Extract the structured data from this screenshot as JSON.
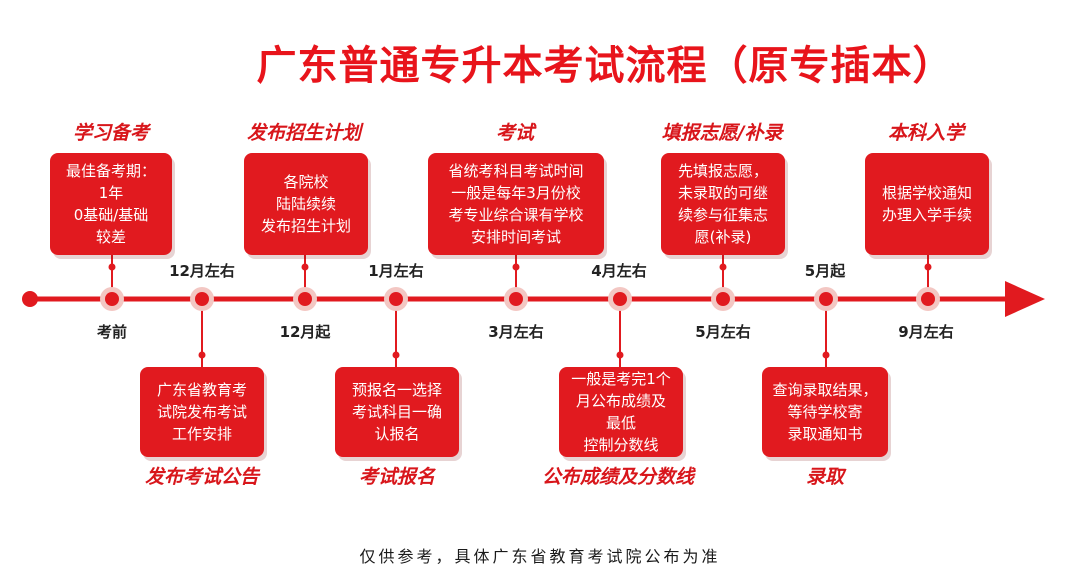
{
  "title": "广东普通专升本考试流程（原专插本）",
  "footer": "仅供参考，具体广东省教育考试院公布为准",
  "colors": {
    "accent": "#e11a1f",
    "halo": "#f3c7c3",
    "text": "#222222"
  },
  "timeline": {
    "nodes": [
      {
        "id": "prep",
        "time": "考前",
        "side": "above",
        "stage": "学习备考",
        "card": "最佳备考期：\n1年\n0基础/基础\n较差"
      },
      {
        "id": "announce",
        "time": "12月左右",
        "side": "below",
        "stage": "发布考试公告",
        "card": "广东省教育考\n试院发布考试\n工作安排"
      },
      {
        "id": "plan",
        "time": "12月起",
        "side": "above",
        "stage": "发布招生计划",
        "card": "各院校\n陆陆续续\n发布招生计划"
      },
      {
        "id": "register",
        "time": "1月左右",
        "side": "below",
        "stage": "考试报名",
        "card": "预报名一选择\n考试科目一确\n认报名"
      },
      {
        "id": "exam",
        "time": "3月左右",
        "side": "above",
        "stage": "考试",
        "card": "省统考科目考试时间\n一般是每年3月份校\n考专业综合课有学校\n安排时间考试"
      },
      {
        "id": "results",
        "time": "4月左右",
        "side": "below",
        "stage": "公布成绩及分数线",
        "card": "一般是考完1个\n月公布成绩及\n最低\n控制分数线"
      },
      {
        "id": "apply",
        "time": "5月左右",
        "side": "above",
        "stage": "填报志愿/补录",
        "card": "先填报志愿，\n未录取的可继\n续参与征集志\n愿(补录)"
      },
      {
        "id": "admit",
        "time": "5月起",
        "side": "below",
        "stage": "录取",
        "card": "查询录取结果，\n等待学校寄\n录取通知书"
      },
      {
        "id": "enroll",
        "time": "9月左右",
        "side": "above",
        "stage": "本科入学",
        "card": "根据学校通知\n办理入学手续"
      }
    ]
  }
}
